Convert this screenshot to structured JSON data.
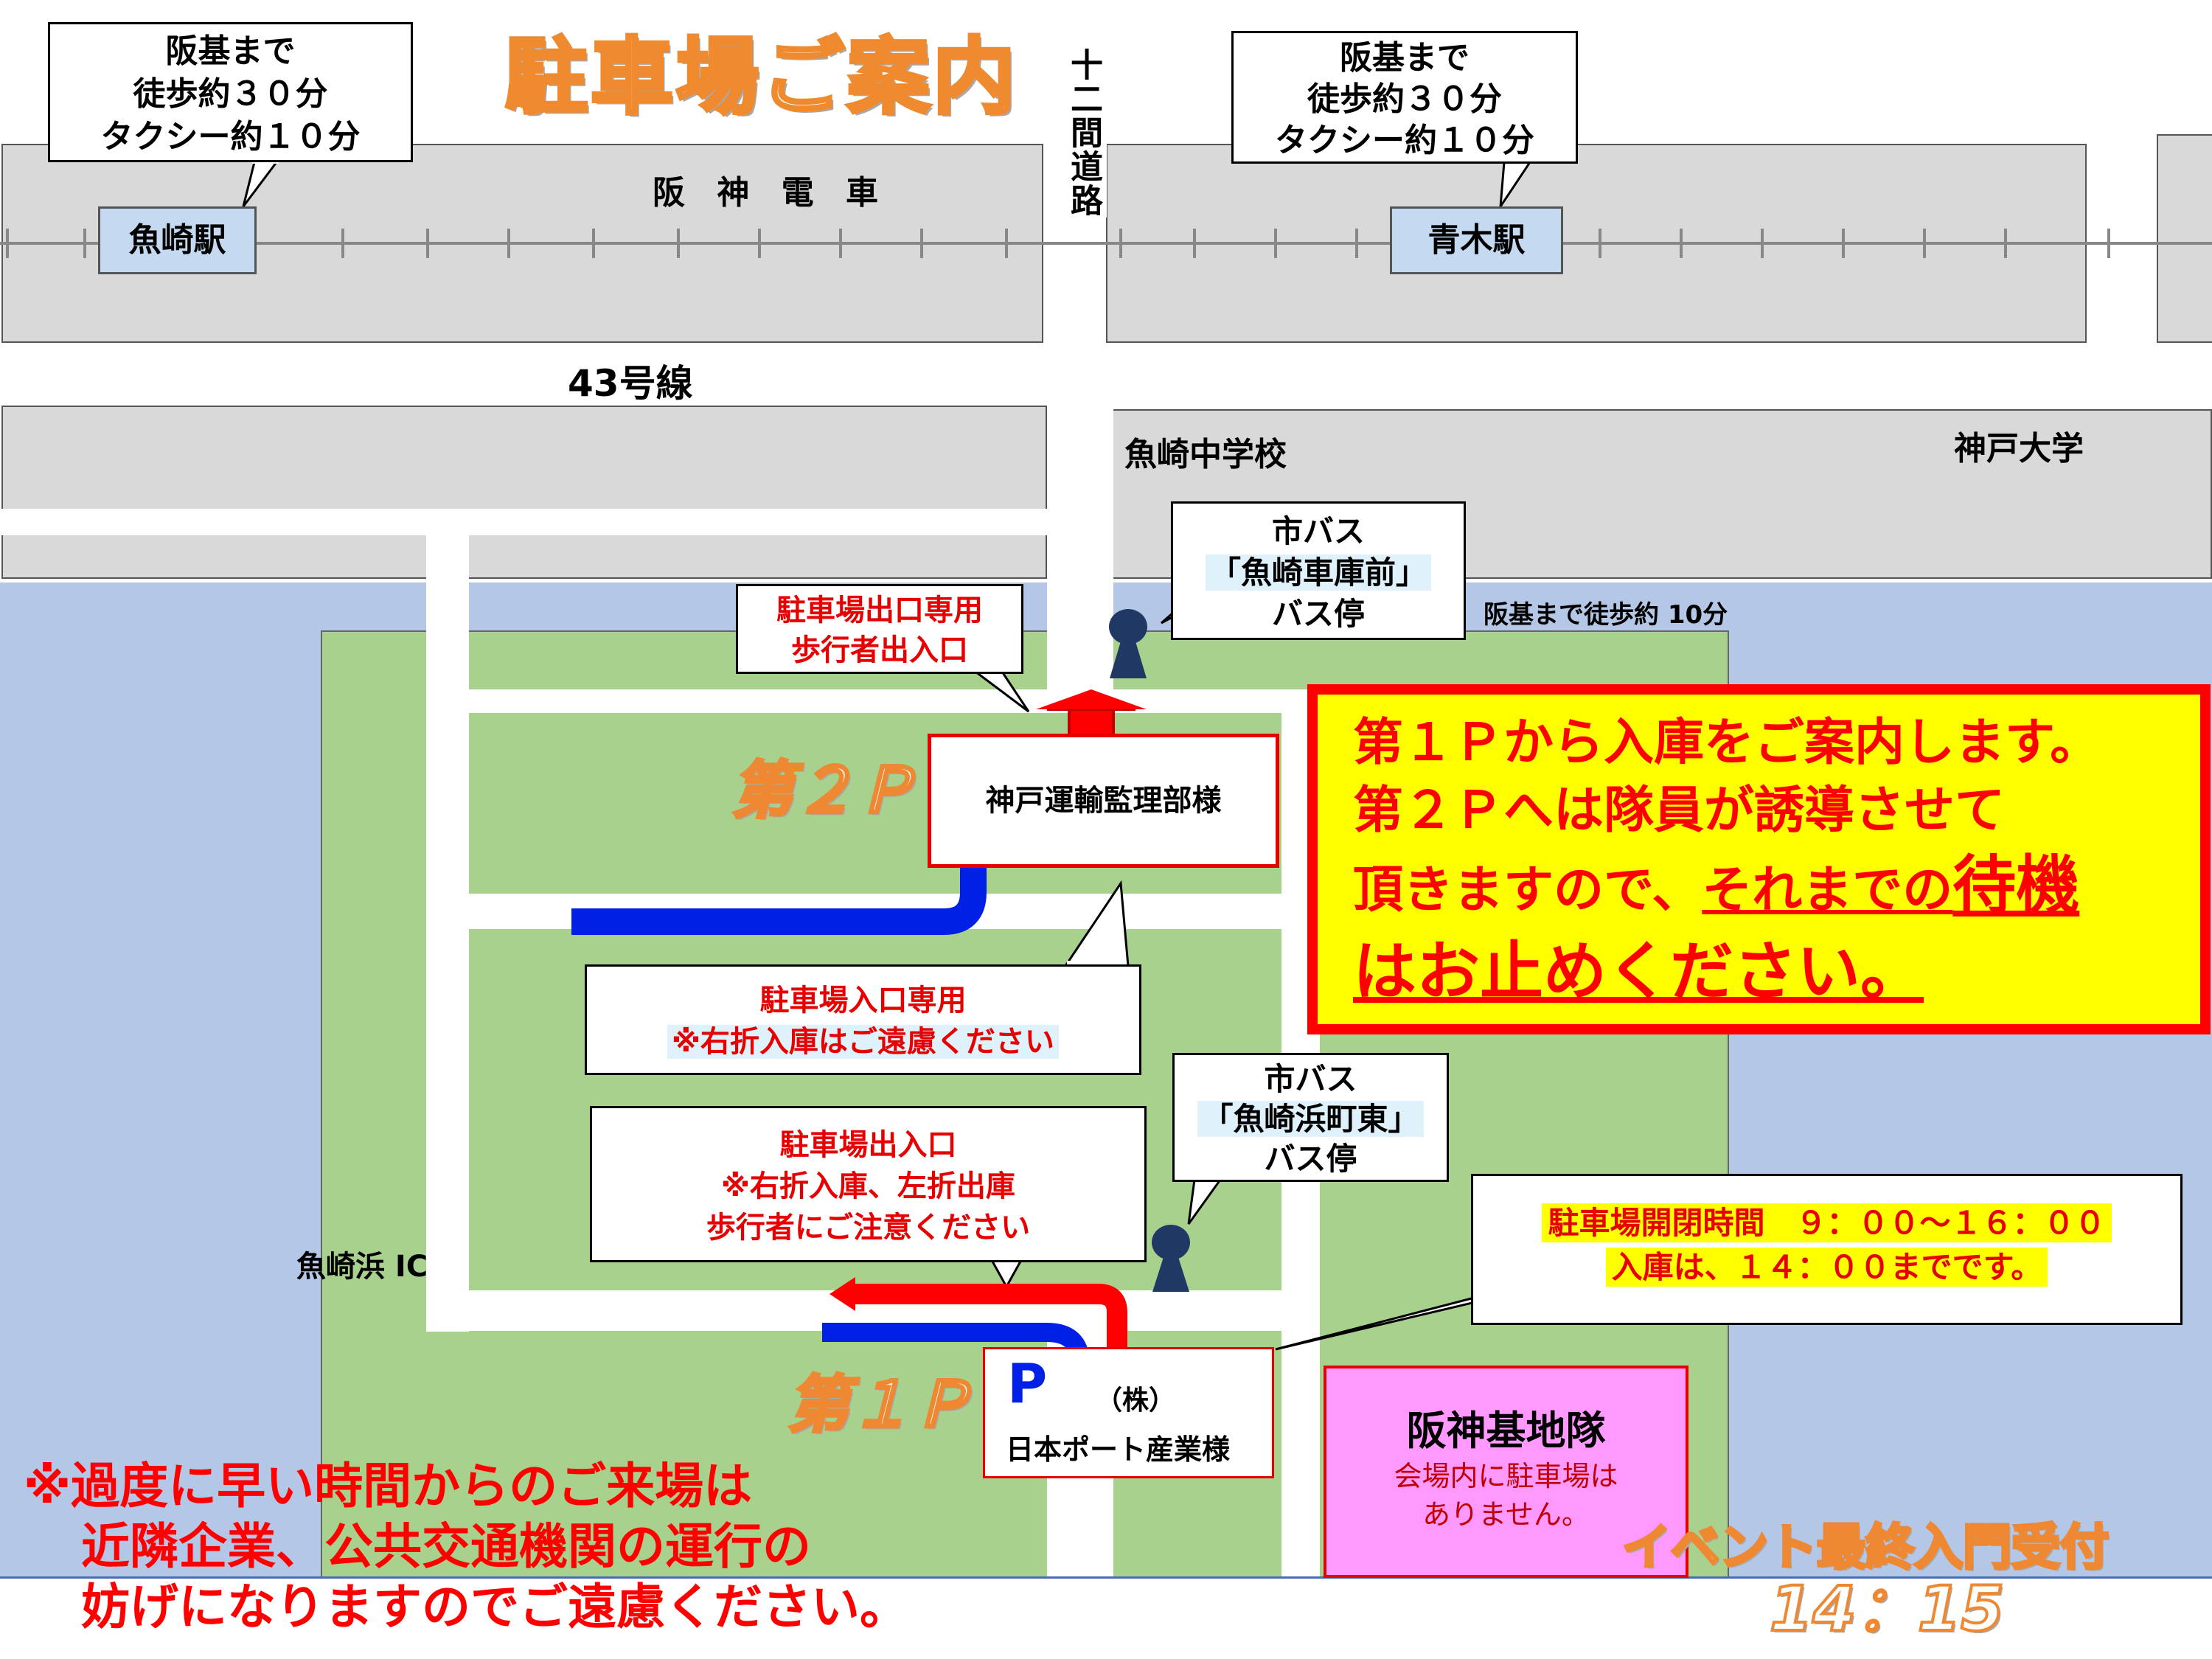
{
  "title": "駐車場ご案内",
  "railway": {
    "name": "阪 神 電 車",
    "stations": [
      {
        "name": "魚崎駅",
        "callout": [
          "阪基まで",
          "徒歩約３０分",
          "タクシー約１０分"
        ]
      },
      {
        "name": "青木駅",
        "callout": [
          "阪基まで",
          "徒歩約３０分",
          "タクシー約１０分"
        ]
      }
    ]
  },
  "roads": {
    "route43": "43号線",
    "juniken": "十二間道路",
    "uozakihama_ic": "魚崎浜 IC"
  },
  "landmarks": {
    "school": "魚崎中学校",
    "university": "神戸大学"
  },
  "bus_stops": [
    {
      "lines": [
        "市バス",
        "「魚崎車庫前」",
        "バス停"
      ],
      "note": "阪基まで徒歩約 10分"
    },
    {
      "lines": [
        "市バス",
        "「魚崎浜町東」",
        "バス停"
      ]
    }
  ],
  "parking": {
    "p2_label": "第２Ｐ",
    "p1_label": "第１Ｐ",
    "p1_symbol": "P",
    "exit_callout": [
      "駐車場出口専用",
      "歩行者出入口"
    ],
    "entry_callout": [
      "駐車場入口専用",
      "※右折入庫はご遠慮ください"
    ],
    "entry_exit_callout": [
      "駐車場出入口",
      "※右折入庫、左折出庫",
      "歩行者にご注意ください"
    ],
    "hours_callout": [
      "駐車場開閉時間　９：００～１６：００",
      "入庫は、１４：００までです。"
    ]
  },
  "buildings": {
    "kobe_transport": "神戸運輸監理部様",
    "nippon_port_prefix": "（株）",
    "nippon_port": "日本ポート産業様",
    "base_name": "阪神基地隊",
    "base_note": [
      "会場内に駐車場は",
      "ありません。"
    ]
  },
  "notice": {
    "line1": "第１Ｐから入庫をご案内します。",
    "line2": "第２Ｐへは隊員が誘導させて",
    "line3_a": "頂きますので、",
    "line3_b": "それまでの",
    "line3_c": "待機",
    "line4": "はお止めください。"
  },
  "warning": [
    "※過度に早い時間からのご来場は",
    "近隣企業、公共交通機関の運行の",
    "妨げになりますのでご遠慮ください。"
  ],
  "event": {
    "label": "イベント最終入門受付",
    "time": "14：15"
  },
  "colors": {
    "water": "#b4c7e7",
    "ground": "#a9d18e",
    "city": "#d9d9d9",
    "road": "#ffffff",
    "accent_red": "#ff0000",
    "arrow_blue": "#0020e6",
    "notice_bg": "#ffff00",
    "base_bg": "#ff99ff",
    "station_bg": "#c5d9f1"
  },
  "icons": [
    "bus-stop-icon",
    "bus-stop-icon",
    "parking-icon",
    "red-arrow-icon",
    "blue-arrow-icon"
  ]
}
